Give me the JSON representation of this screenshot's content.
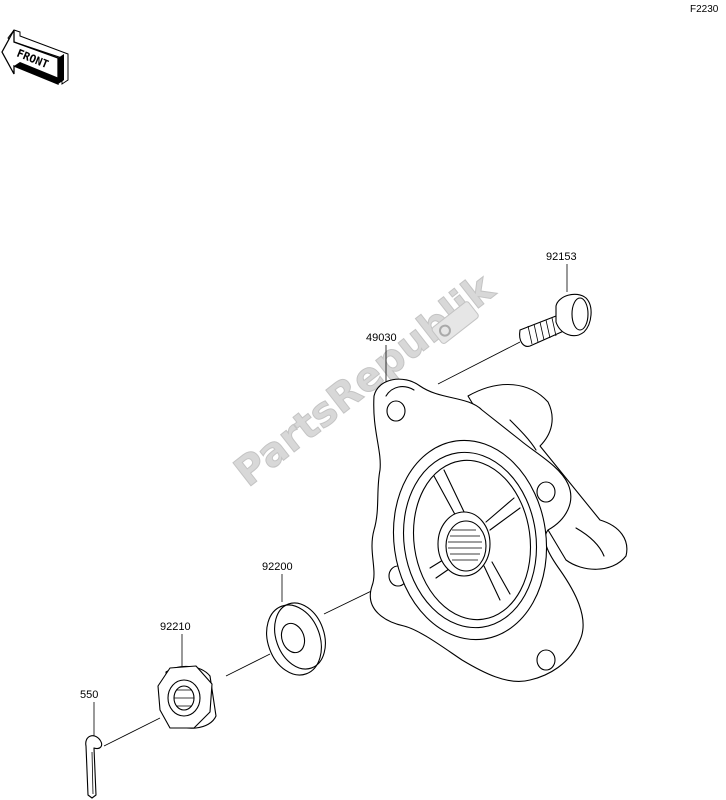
{
  "figure_code": "F2230",
  "front_label": "FRONT",
  "watermark": "PartsRepublik",
  "parts": [
    {
      "number": "92153"
    },
    {
      "number": "49030"
    },
    {
      "number": "92200"
    },
    {
      "number": "92210"
    },
    {
      "number": "550"
    }
  ]
}
